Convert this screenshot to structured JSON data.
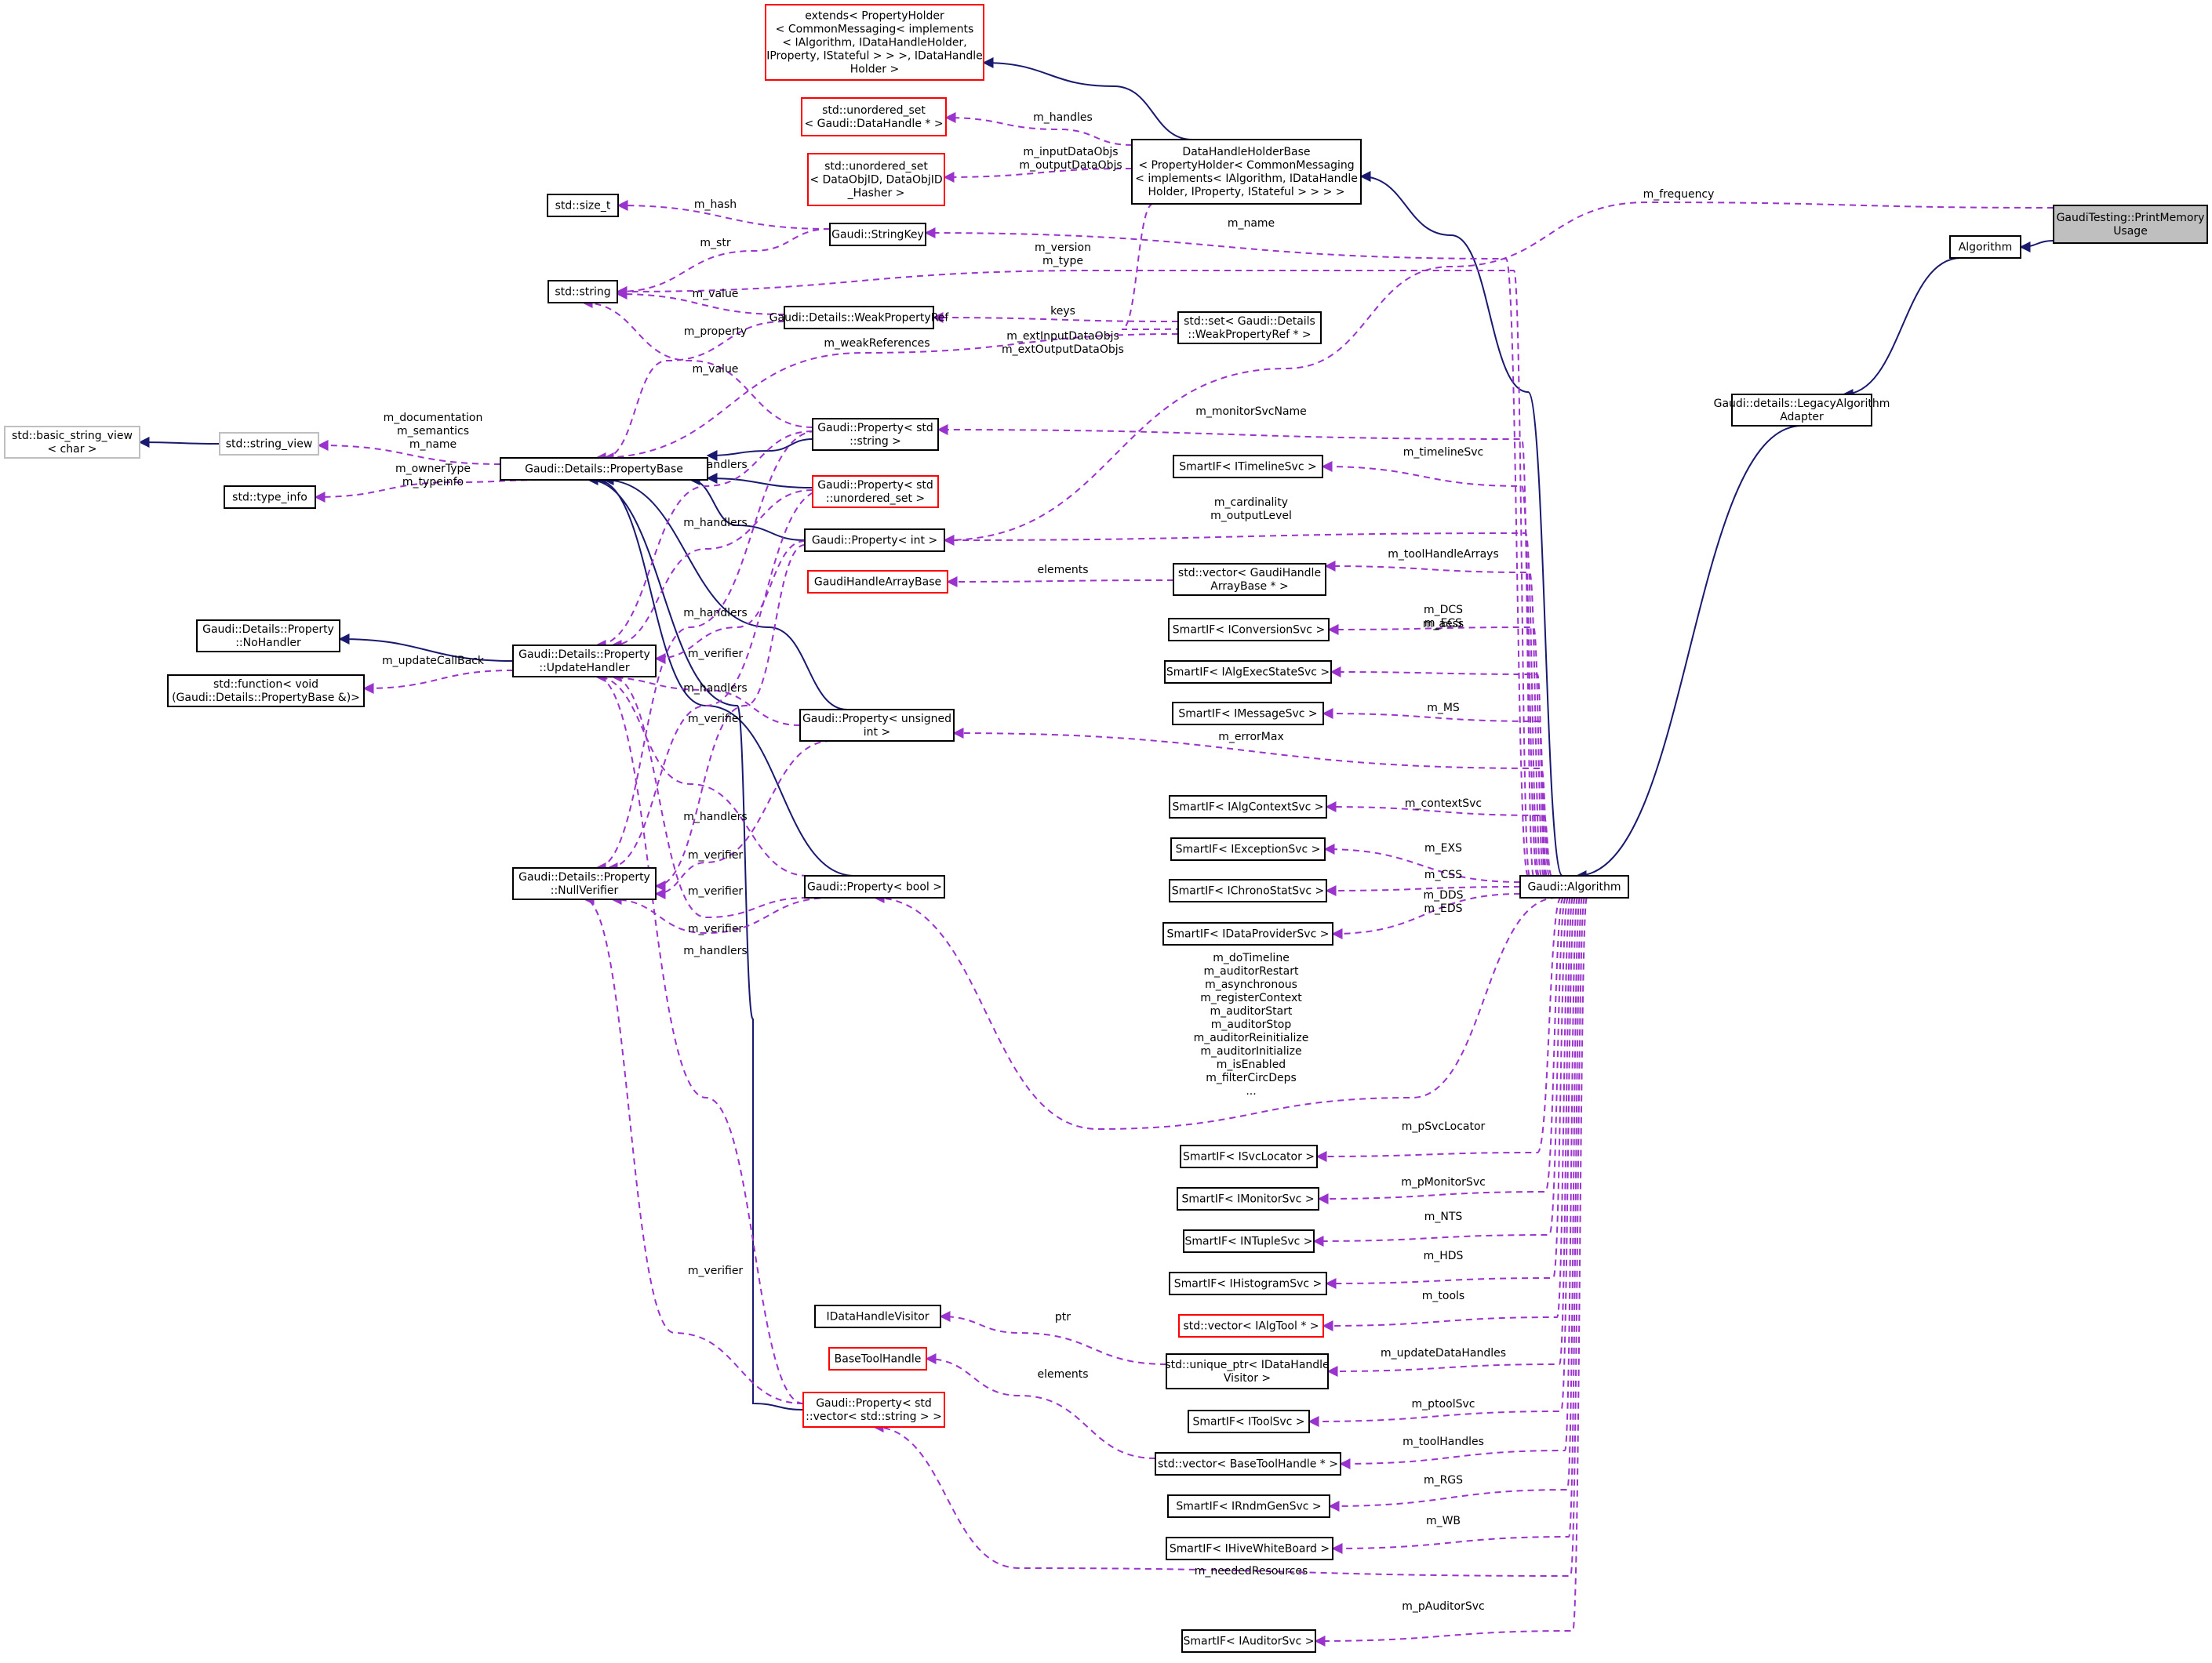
{
  "diagram": {
    "nodes": [
      {
        "id": "printmem",
        "lines": [
          "GaudiTesting::PrintMemory",
          "Usage"
        ],
        "style": "focus"
      },
      {
        "id": "algorithm_ext",
        "lines": [
          "Algorithm"
        ],
        "style": "black"
      },
      {
        "id": "legacy",
        "lines": [
          "Gaudi::details::LegacyAlgorithm",
          "Adapter"
        ],
        "style": "black"
      },
      {
        "id": "gaudi_algorithm",
        "lines": [
          "Gaudi::Algorithm"
        ],
        "style": "black"
      },
      {
        "id": "dhhb",
        "lines": [
          "DataHandleHolderBase",
          "< PropertyHolder< CommonMessaging",
          "< implements< IAlgorithm, IDataHandle",
          "Holder, IProperty, IStateful > > > >"
        ],
        "style": "black"
      },
      {
        "id": "extends",
        "lines": [
          "extends< PropertyHolder",
          "< CommonMessaging< implements",
          "< IAlgorithm, IDataHandleHolder,",
          "IProperty, IStateful > > >, IDataHandle",
          "Holder >"
        ],
        "style": "red"
      },
      {
        "id": "uset_dh",
        "lines": [
          "std::unordered_set",
          "< Gaudi::DataHandle * >"
        ],
        "style": "red"
      },
      {
        "id": "uset_obj",
        "lines": [
          "std::unordered_set",
          "< DataObjID, DataObjID",
          "_Hasher >"
        ],
        "style": "red"
      },
      {
        "id": "size_t",
        "lines": [
          "std::size_t"
        ],
        "style": "black"
      },
      {
        "id": "stringkey",
        "lines": [
          "Gaudi::StringKey"
        ],
        "style": "black"
      },
      {
        "id": "string",
        "lines": [
          "std::string"
        ],
        "style": "black"
      },
      {
        "id": "weakref",
        "lines": [
          "Gaudi::Details::WeakPropertyRef"
        ],
        "style": "black"
      },
      {
        "id": "set_weak",
        "lines": [
          "std::set< Gaudi::Details",
          "::WeakPropertyRef * >"
        ],
        "style": "black"
      },
      {
        "id": "bsv",
        "lines": [
          "std::basic_string_view",
          "< char >"
        ],
        "style": "grey"
      },
      {
        "id": "string_view",
        "lines": [
          "std::string_view"
        ],
        "style": "grey"
      },
      {
        "id": "propbase",
        "lines": [
          "Gaudi::Details::PropertyBase"
        ],
        "style": "black"
      },
      {
        "id": "type_info",
        "lines": [
          "std::type_info"
        ],
        "style": "black"
      },
      {
        "id": "prop_string",
        "lines": [
          "Gaudi::Property< std",
          "::string >"
        ],
        "style": "black"
      },
      {
        "id": "prop_uset",
        "lines": [
          "Gaudi::Property< std",
          "::unordered_set >"
        ],
        "style": "red"
      },
      {
        "id": "prop_int",
        "lines": [
          "Gaudi::Property< int >"
        ],
        "style": "black"
      },
      {
        "id": "ghab",
        "lines": [
          "GaudiHandleArrayBase"
        ],
        "style": "red"
      },
      {
        "id": "nohandler",
        "lines": [
          "Gaudi::Details::Property",
          "::NoHandler"
        ],
        "style": "black"
      },
      {
        "id": "updatehandler",
        "lines": [
          "Gaudi::Details::Property",
          "::UpdateHandler"
        ],
        "style": "black"
      },
      {
        "id": "stdfunc",
        "lines": [
          "std::function< void",
          "(Gaudi::Details::PropertyBase &)>"
        ],
        "style": "black"
      },
      {
        "id": "prop_uint",
        "lines": [
          "Gaudi::Property< unsigned",
          "int >"
        ],
        "style": "black"
      },
      {
        "id": "nullverifier",
        "lines": [
          "Gaudi::Details::Property",
          "::NullVerifier"
        ],
        "style": "black"
      },
      {
        "id": "prop_bool",
        "lines": [
          "Gaudi::Property< bool >"
        ],
        "style": "black"
      },
      {
        "id": "sif_timeline",
        "lines": [
          "SmartIF< ITimelineSvc >"
        ],
        "style": "black"
      },
      {
        "id": "vec_ghab",
        "lines": [
          "std::vector< GaudiHandle",
          "ArrayBase * >"
        ],
        "style": "black"
      },
      {
        "id": "sif_conv",
        "lines": [
          "SmartIF< IConversionSvc >"
        ],
        "style": "black"
      },
      {
        "id": "sif_algexec",
        "lines": [
          "SmartIF< IAlgExecStateSvc >"
        ],
        "style": "black"
      },
      {
        "id": "sif_msg",
        "lines": [
          "SmartIF< IMessageSvc >"
        ],
        "style": "black"
      },
      {
        "id": "sif_algctx",
        "lines": [
          "SmartIF< IAlgContextSvc >"
        ],
        "style": "black"
      },
      {
        "id": "sif_exc",
        "lines": [
          "SmartIF< IExceptionSvc >"
        ],
        "style": "black"
      },
      {
        "id": "sif_chrono",
        "lines": [
          "SmartIF< IChronoStatSvc >"
        ],
        "style": "black"
      },
      {
        "id": "sif_dp",
        "lines": [
          "SmartIF< IDataProviderSvc >"
        ],
        "style": "black"
      },
      {
        "id": "sif_svcloc",
        "lines": [
          "SmartIF< ISvcLocator >"
        ],
        "style": "black"
      },
      {
        "id": "sif_mon",
        "lines": [
          "SmartIF< IMonitorSvc >"
        ],
        "style": "black"
      },
      {
        "id": "sif_ntuple",
        "lines": [
          "SmartIF< INTupleSvc >"
        ],
        "style": "black"
      },
      {
        "id": "sif_hist",
        "lines": [
          "SmartIF< IHistogramSvc >"
        ],
        "style": "black"
      },
      {
        "id": "vec_algtool",
        "lines": [
          "std::vector< IAlgTool * >"
        ],
        "style": "red"
      },
      {
        "id": "dhvisitor",
        "lines": [
          "IDataHandleVisitor"
        ],
        "style": "black"
      },
      {
        "id": "uptr_dhv",
        "lines": [
          "std::unique_ptr< IDataHandle",
          "Visitor >"
        ],
        "style": "black"
      },
      {
        "id": "basetoolhandle",
        "lines": [
          "BaseToolHandle"
        ],
        "style": "red"
      },
      {
        "id": "prop_vecstr",
        "lines": [
          "Gaudi::Property< std",
          "::vector< std::string > >"
        ],
        "style": "red"
      },
      {
        "id": "sif_tool",
        "lines": [
          "SmartIF< IToolSvc >"
        ],
        "style": "black"
      },
      {
        "id": "vec_bth",
        "lines": [
          "std::vector< BaseToolHandle * >"
        ],
        "style": "black"
      },
      {
        "id": "sif_rndm",
        "lines": [
          "SmartIF< IRndmGenSvc >"
        ],
        "style": "black"
      },
      {
        "id": "sif_wb",
        "lines": [
          "SmartIF< IHiveWhiteBoard >"
        ],
        "style": "black"
      },
      {
        "id": "sif_aud",
        "lines": [
          "SmartIF< IAuditorSvc >"
        ],
        "style": "black"
      }
    ],
    "edge_labels": [
      {
        "id": "l_handles",
        "lines": [
          "m_handles"
        ]
      },
      {
        "id": "l_inout",
        "lines": [
          "m_inputDataObjs",
          "m_outputDataObjs"
        ]
      },
      {
        "id": "l_frequency",
        "lines": [
          "m_frequency"
        ]
      },
      {
        "id": "l_hash",
        "lines": [
          "m_hash"
        ]
      },
      {
        "id": "l_name",
        "lines": [
          "m_name"
        ]
      },
      {
        "id": "l_str",
        "lines": [
          "m_str"
        ]
      },
      {
        "id": "l_version",
        "lines": [
          "m_version",
          "m_type"
        ]
      },
      {
        "id": "l_value1",
        "lines": [
          "m_value"
        ]
      },
      {
        "id": "l_keys",
        "lines": [
          "keys"
        ]
      },
      {
        "id": "l_property",
        "lines": [
          "m_property"
        ]
      },
      {
        "id": "l_extio",
        "lines": [
          "m_extInputDataObjs",
          "m_extOutputDataObjs"
        ]
      },
      {
        "id": "l_weakrefs",
        "lines": [
          "m_weakReferences"
        ]
      },
      {
        "id": "l_value2",
        "lines": [
          "m_value"
        ]
      },
      {
        "id": "l_doc",
        "lines": [
          "m_documentation",
          "m_semantics",
          "m_name"
        ]
      },
      {
        "id": "l_monsvcname",
        "lines": [
          "m_monitorSvcName"
        ]
      },
      {
        "id": "l_owner",
        "lines": [
          "m_ownerType",
          "m_typeinfo"
        ]
      },
      {
        "id": "l_handlers1",
        "lines": [
          "m_handlers"
        ]
      },
      {
        "id": "l_timeline",
        "lines": [
          "m_timelineSvc"
        ]
      },
      {
        "id": "l_card",
        "lines": [
          "m_cardinality",
          "m_outputLevel"
        ]
      },
      {
        "id": "l_handlers2",
        "lines": [
          "m_handlers"
        ]
      },
      {
        "id": "l_toolarrays",
        "lines": [
          "m_toolHandleArrays"
        ]
      },
      {
        "id": "l_elements1",
        "lines": [
          "elements"
        ]
      },
      {
        "id": "l_handlers3",
        "lines": [
          "m_handlers"
        ]
      },
      {
        "id": "l_dcs",
        "lines": [
          "m_DCS",
          "m_ECS"
        ]
      },
      {
        "id": "l_updcb",
        "lines": [
          "m_updateCallBack"
        ]
      },
      {
        "id": "l_verifier1",
        "lines": [
          "m_verifier"
        ]
      },
      {
        "id": "l_aess",
        "lines": [
          "m_aess"
        ]
      },
      {
        "id": "l_handlers4",
        "lines": [
          "m_handlers"
        ]
      },
      {
        "id": "l_ms",
        "lines": [
          "m_MS"
        ]
      },
      {
        "id": "l_verifier2",
        "lines": [
          "m_verifier"
        ]
      },
      {
        "id": "l_errormax",
        "lines": [
          "m_errorMax"
        ]
      },
      {
        "id": "l_ctxsvc",
        "lines": [
          "m_contextSvc"
        ]
      },
      {
        "id": "l_handlers5",
        "lines": [
          "m_handlers"
        ]
      },
      {
        "id": "l_exs",
        "lines": [
          "m_EXS"
        ]
      },
      {
        "id": "l_verifier3",
        "lines": [
          "m_verifier"
        ]
      },
      {
        "id": "l_css",
        "lines": [
          "m_CSS"
        ]
      },
      {
        "id": "l_verifier4",
        "lines": [
          "m_verifier"
        ]
      },
      {
        "id": "l_dds",
        "lines": [
          "m_DDS",
          "m_EDS"
        ]
      },
      {
        "id": "l_verifier5",
        "lines": [
          "m_verifier"
        ]
      },
      {
        "id": "l_handlers6",
        "lines": [
          "m_handlers"
        ]
      },
      {
        "id": "l_bools",
        "lines": [
          "m_doTimeline",
          "m_auditorRestart",
          "m_asynchronous",
          "m_registerContext",
          "m_auditorStart",
          "m_auditorStop",
          "m_auditorReinitialize",
          "m_auditorInitialize",
          "m_isEnabled",
          "m_filterCircDeps",
          "..."
        ]
      },
      {
        "id": "l_psvcloc",
        "lines": [
          "m_pSvcLocator"
        ]
      },
      {
        "id": "l_pmon",
        "lines": [
          "m_pMonitorSvc"
        ]
      },
      {
        "id": "l_nts",
        "lines": [
          "m_NTS"
        ]
      },
      {
        "id": "l_hds",
        "lines": [
          "m_HDS"
        ]
      },
      {
        "id": "l_verifier6",
        "lines": [
          "m_verifier"
        ]
      },
      {
        "id": "l_tools",
        "lines": [
          "m_tools"
        ]
      },
      {
        "id": "l_ptr",
        "lines": [
          "ptr"
        ]
      },
      {
        "id": "l_upddh",
        "lines": [
          "m_updateDataHandles"
        ]
      },
      {
        "id": "l_elements2",
        "lines": [
          "elements"
        ]
      },
      {
        "id": "l_ptoolsvc",
        "lines": [
          "m_ptoolSvc"
        ]
      },
      {
        "id": "l_toolhandles",
        "lines": [
          "m_toolHandles"
        ]
      },
      {
        "id": "l_rgs",
        "lines": [
          "m_RGS"
        ]
      },
      {
        "id": "l_wb",
        "lines": [
          "m_WB"
        ]
      },
      {
        "id": "l_needed",
        "lines": [
          "m_neededResources"
        ]
      },
      {
        "id": "l_paud",
        "lines": [
          "m_pAuditorSvc"
        ]
      }
    ]
  },
  "colors": {
    "inheritance": "#191970",
    "usage": "#9a32cd",
    "box_border": "#000000",
    "undocumented_border": "#ff0000",
    "external_border": "#bfbfbf",
    "focus_fill": "#bfbfbf",
    "background": "#ffffff"
  }
}
